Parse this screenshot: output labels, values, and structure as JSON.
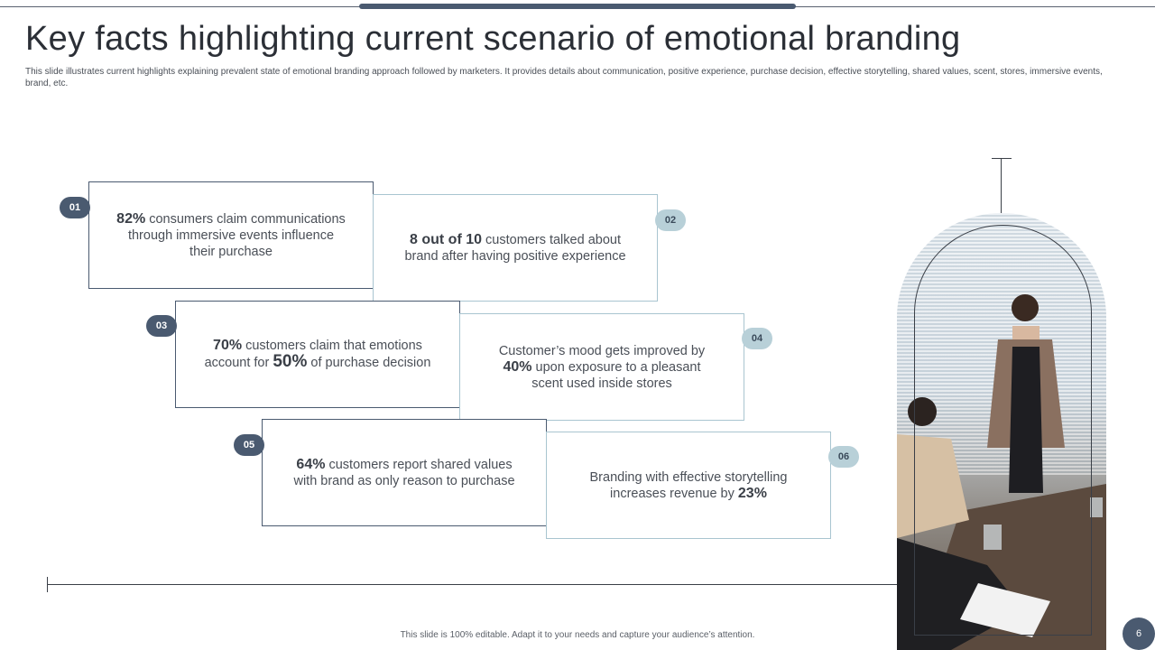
{
  "title": "Key facts highlighting current scenario of emotional branding",
  "subtitle": "This slide illustrates current highlights explaining prevalent state of emotional branding approach followed by marketers. It provides details about communication,  positive experience, purchase decision, effective storytelling, shared values, scent, stores, immersive events, brand, etc.",
  "facts": [
    {
      "num": "01",
      "stat": "82%",
      "text_after": " consumers claim communications through immersive events influence their purchase"
    },
    {
      "num": "02",
      "stat": "8 out of 10",
      "text_after": " customers talked about brand after having positive experience"
    },
    {
      "num": "03",
      "stat": "70%",
      "text_mid": " customers claim that emotions account for ",
      "stat2": "50%",
      "text_after": " of purchase decision"
    },
    {
      "num": "04",
      "text_before": "Customer’s mood gets improved by ",
      "stat": "40%",
      "text_after": " upon exposure to a pleasant scent used inside stores"
    },
    {
      "num": "05",
      "stat": "64%",
      "text_after": " customers report shared values with brand as only reason to purchase"
    },
    {
      "num": "06",
      "text_before": "Branding with effective storytelling increases revenue by ",
      "stat": "23%"
    }
  ],
  "footer": "This slide is 100% editable.  Adapt it to your needs and capture your audience’s attention.",
  "page_number": "6",
  "colors": {
    "dark": "#4a5a70",
    "light": "#b8d0d8"
  }
}
